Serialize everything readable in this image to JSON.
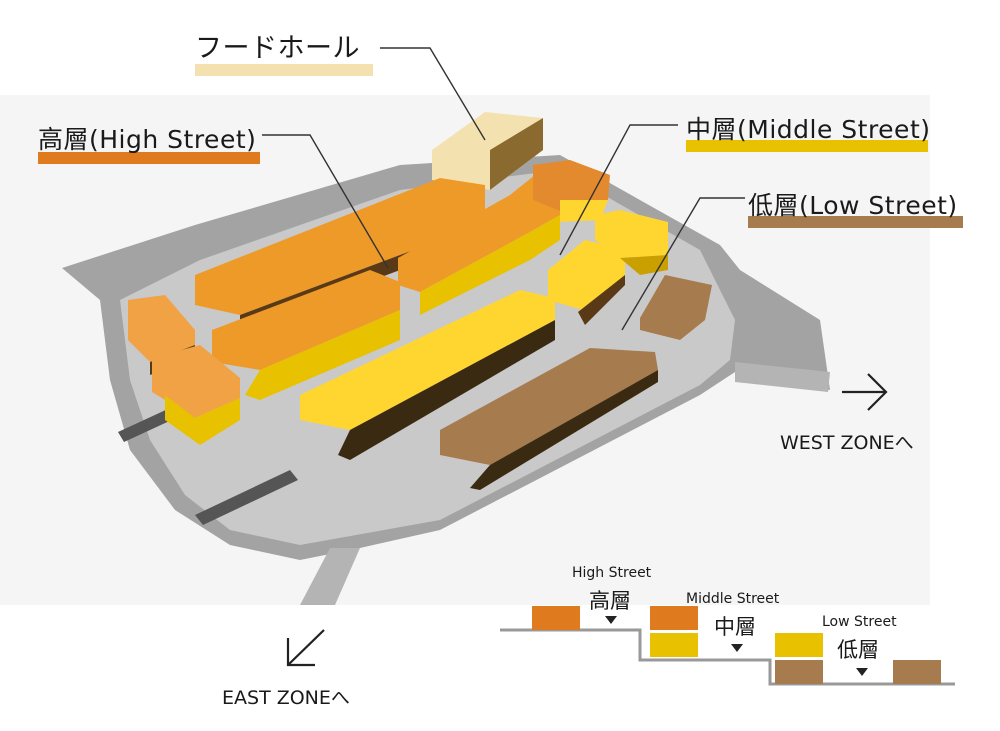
{
  "labels": {
    "food_hall": "フードホール",
    "high": "高層(High Street)",
    "middle": "中層(Middle Street)",
    "low": "低層(Low Street)",
    "west": "WEST ZONEへ",
    "east": "EAST ZONEへ"
  },
  "legend": {
    "high_en": "High Street",
    "high_jp": "高層",
    "middle_en": "Middle Street",
    "middle_jp": "中層",
    "low_en": "Low Street",
    "low_jp": "低層"
  },
  "colors": {
    "food_hall": "#f3e2b0",
    "high": "#e07a1e",
    "middle": "#e8c200",
    "low": "#a67b4e",
    "ground": "#c8c8c8",
    "ground_shadow": "#9b9b9b"
  }
}
